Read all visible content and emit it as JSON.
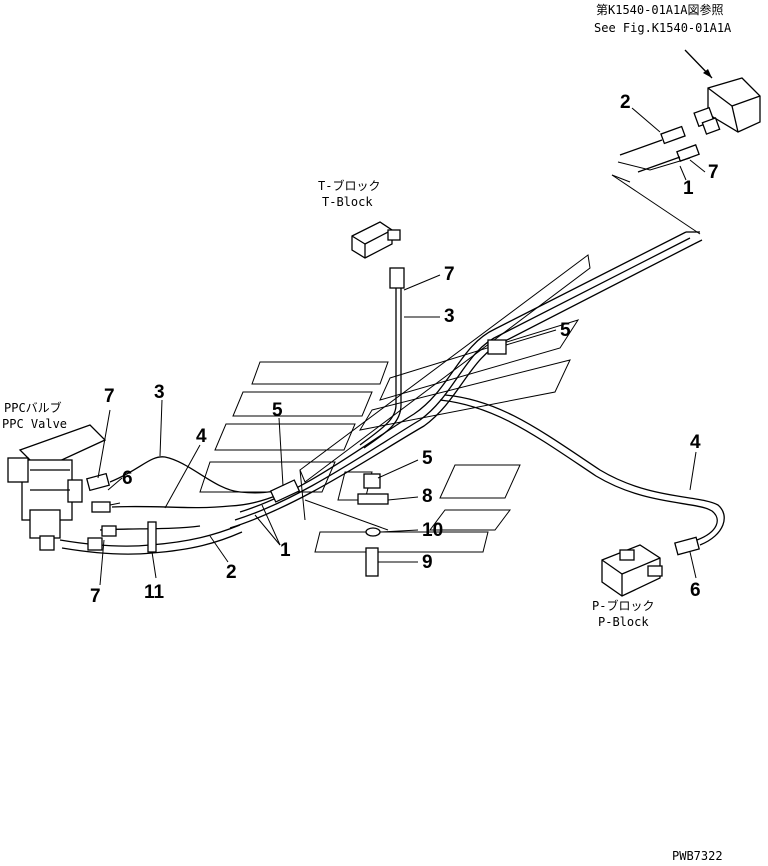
{
  "refs": {
    "see_fig_jp": "第K1540-01A1A図参照",
    "see_fig_en": "See Fig.K1540-01A1A",
    "t_block_jp": "T-ブロック",
    "t_block_en": "T-Block",
    "ppc_valve_jp": "PPCバルブ",
    "ppc_valve_en": "PPC Valve",
    "p_block_jp": "P-ブロック",
    "p_block_en": "P-Block",
    "drawing_code": "PWB7322"
  },
  "callouts": {
    "c2_top": "2",
    "c7_top": "7",
    "c1_top": "1",
    "c7_tblock": "7",
    "c3_tblock": "3",
    "c5_right": "5",
    "c7_ppc": "7",
    "c3_left": "3",
    "c4_left": "4",
    "c5_mid": "5",
    "c6_left": "6",
    "c5_center": "5",
    "c8": "8",
    "c10": "10",
    "c9": "9",
    "c1_bottom": "1",
    "c2_bottom": "2",
    "c7_bottom": "7",
    "c11": "11",
    "c4_right": "4",
    "c6_right": "6"
  }
}
